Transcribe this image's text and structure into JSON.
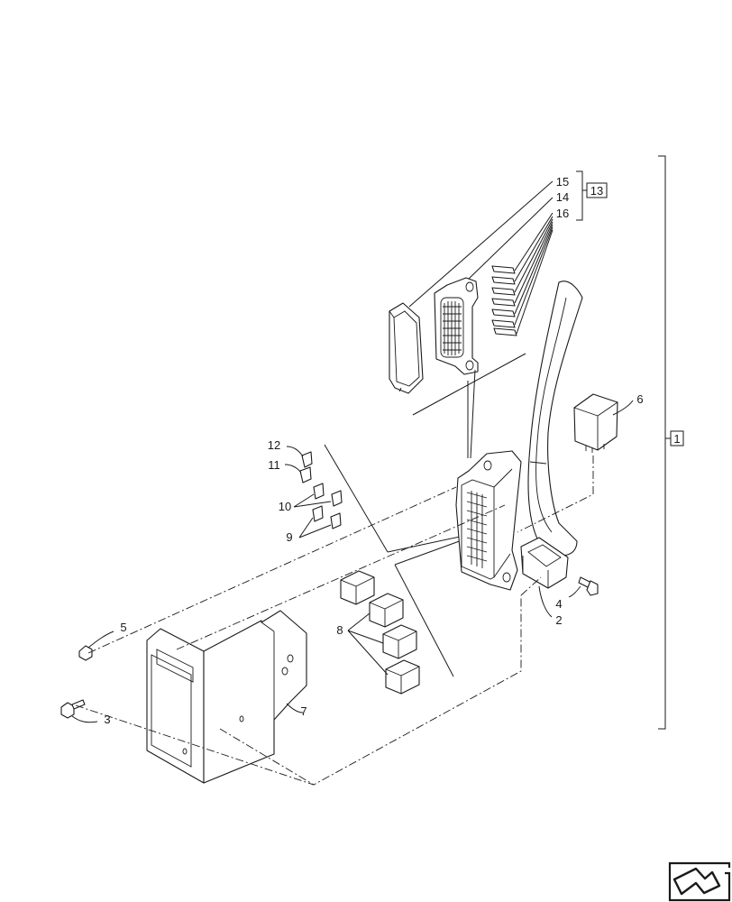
{
  "callouts": {
    "c1": "1",
    "c2": "2",
    "c3": "3",
    "c4": "4",
    "c5": "5",
    "c6": "6",
    "c7": "7",
    "c8": "8",
    "c9": "9",
    "c10": "10",
    "c11": "11",
    "c12": "12",
    "c13": "13",
    "c14": "14",
    "c15": "15",
    "c16": "16"
  },
  "icons": {
    "nav": "next-page-arrow-icon"
  }
}
